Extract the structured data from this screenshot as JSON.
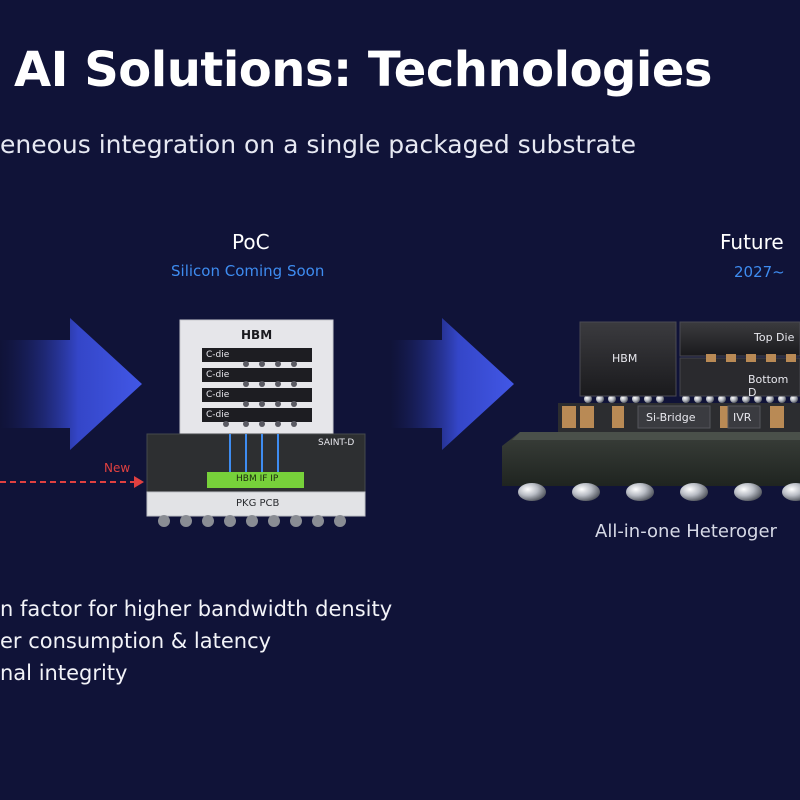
{
  "slide": {
    "title": "AI Solutions: Technologies",
    "subtitle": "eneous integration on a single packaged substrate"
  },
  "poc": {
    "heading": "PoC",
    "status": "Silicon Coming Soon",
    "diagram": {
      "hbm_label": "HBM",
      "cdie_labels": [
        "C-die",
        "C-die",
        "C-die",
        "C-die"
      ],
      "saint_label": "SAINT-D",
      "ifip_label": "HBM IF IP",
      "pcb_label": "PKG PCB",
      "new_label": "New"
    }
  },
  "future": {
    "heading": "Future",
    "year": "2027~",
    "diagram": {
      "hbm_label": "HBM",
      "top_die_label": "Top Die",
      "bottom_die_label": "Bottom D",
      "bridge_label": "Si-Bridge",
      "ivr_label": "IVR"
    },
    "caption": "All-in-one Heteroger"
  },
  "bullets": [
    "n factor for higher bandwidth density",
    "er consumption & latency",
    "nal integrity"
  ],
  "colors": {
    "background": "#101338",
    "accent_blue": "#3e8cf0",
    "arrow_blue": "#3a50d8",
    "new_red": "#e04040",
    "ifip_green": "#77d13a"
  }
}
